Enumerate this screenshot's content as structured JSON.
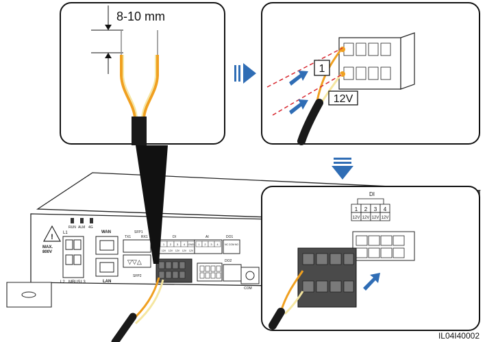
{
  "callouts": {
    "strip_length": "8-10 mm",
    "wire_number": "1",
    "wire_voltage": "12V"
  },
  "terminal_legend": {
    "group_name": "DI",
    "numbers": [
      "1",
      "2",
      "3",
      "4"
    ],
    "voltages": [
      "12V",
      "12V",
      "12V",
      "12V"
    ]
  },
  "device": {
    "left_labels": [
      "L1",
      "L2",
      "MBUS",
      "L3"
    ],
    "warning_text": [
      "MAX.",
      "800V"
    ],
    "led_labels": [
      "RUN",
      "ALM",
      "4G"
    ],
    "wan_label": "WAN",
    "lan_label": "LAN",
    "sfp1_label": "SFP1",
    "sfp2_label": "SFP2",
    "tx_label": "TX1",
    "rx_label": "RX1",
    "di_label": "DI",
    "ai_label": "AI",
    "do1_label": "DO1",
    "do2_label": "DO2",
    "com_label": "COM",
    "di_terminals": [
      "1",
      "2",
      "3",
      "4",
      "GND"
    ],
    "di_voltages": [
      "12V",
      "12V",
      "12V",
      "12V",
      "12V"
    ],
    "ai_terminals": [
      "1",
      "2",
      "3",
      "4"
    ],
    "do_terminals": [
      "NC",
      "COM",
      "NO"
    ]
  },
  "figure_id": "IL04I40002",
  "colors": {
    "wire_orange": "#f0a020",
    "wire_yellow": "#f5e6a0",
    "arrow_blue": "#2f6db5",
    "laser_red": "#d7262e",
    "cable_black": "#1a1a1a"
  }
}
